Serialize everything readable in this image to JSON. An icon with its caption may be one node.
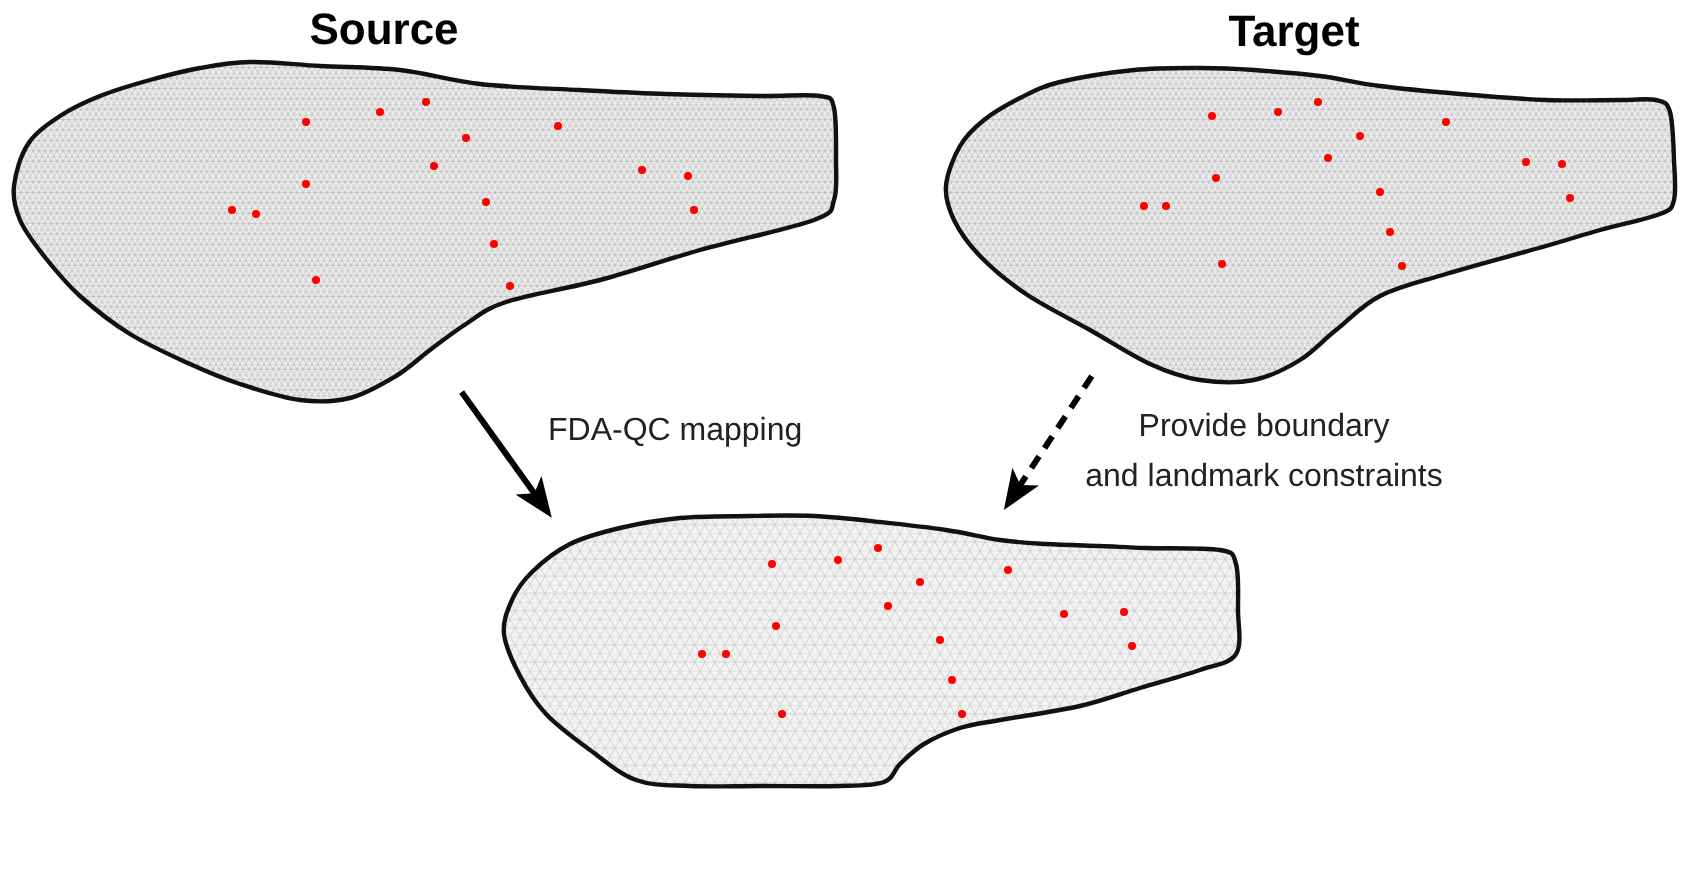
{
  "diagram": {
    "nodes": [
      {
        "text": [
          "Source"
        ]
      },
      {
        "text": [
          "Target"
        ]
      },
      {
        "text": [],
        "shape": "picture"
      }
    ],
    "edges": [
      {
        "from": 0,
        "to": 2,
        "arrow": "to",
        "label": "FDA-QC mapping"
      },
      {
        "from": 1,
        "to": 2,
        "arrow": "to",
        "style": "dashed",
        "label": "Provide boundary and landmark constraints"
      }
    ]
  }
}
